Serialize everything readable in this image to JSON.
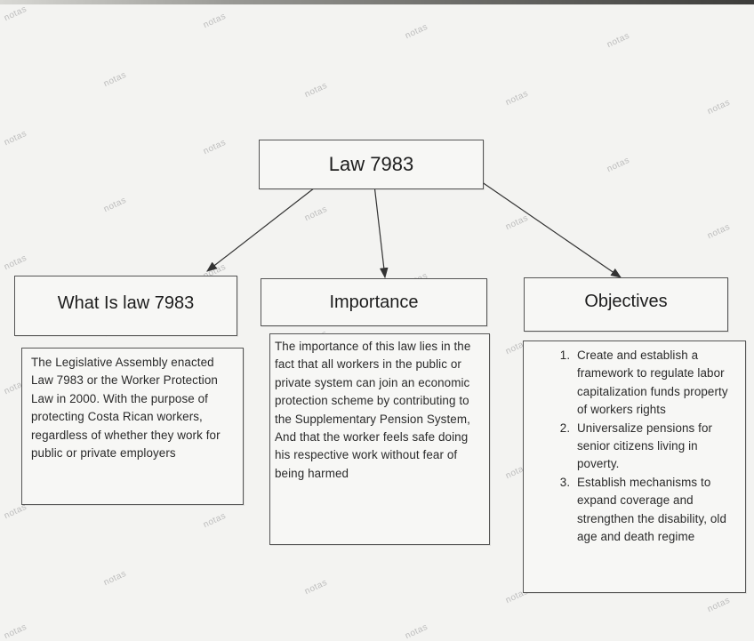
{
  "diagram": {
    "root": {
      "label": "Law 7983"
    },
    "branches": [
      {
        "heading": "What Is law 7983",
        "body": "The Legislative Assembly enacted Law 7983 or the Worker Protection Law in 2000. With the purpose of protecting Costa Rican workers, regardless of whether they work for public or private employers"
      },
      {
        "heading": "Importance",
        "body": "The importance of this law lies in the fact that all workers in the public or private system can join an economic protection scheme by contributing to the Supplementary Pension System, And that the worker feels safe doing his respective work without fear of being harmed"
      },
      {
        "heading": "Objectives",
        "items": [
          "Create and establish a framework to regulate labor capitalization funds property of workers rights",
          "Universalize pensions for senior citizens living in poverty.",
          "Establish mechanisms to expand coverage and strengthen the disability, old age and death regime"
        ]
      }
    ]
  },
  "watermark": {
    "text": "notas"
  }
}
